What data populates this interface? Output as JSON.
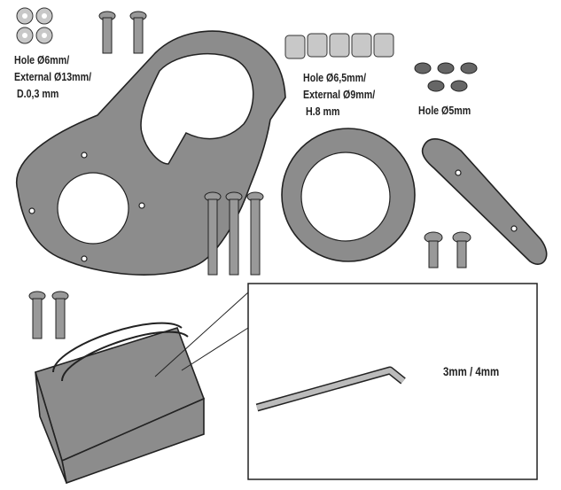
{
  "labels": {
    "washer_large": [
      "Hole Ø6mm/",
      "External Ø13mm/",
      " D.0,3 mm"
    ],
    "spacer": [
      "Hole Ø6,5mm/",
      "External Ø9mm/",
      " H.8 mm"
    ],
    "washer_small": "Hole Ø5mm",
    "hex_key": "3mm / 4mm"
  },
  "colors": {
    "part": "#8c8c8c",
    "outline": "#222222"
  }
}
